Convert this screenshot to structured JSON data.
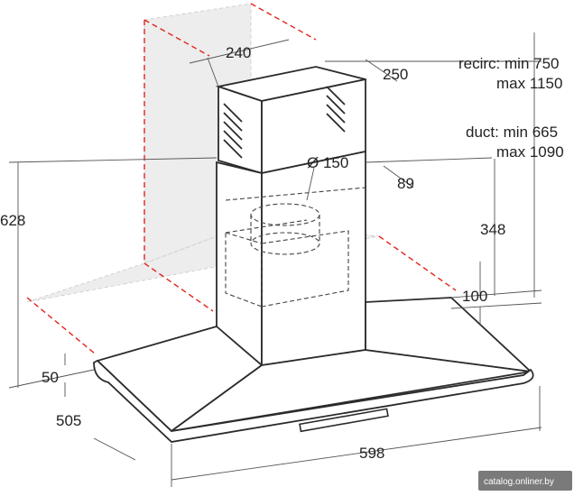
{
  "dimensions": {
    "top_width": "240",
    "top_depth": "250",
    "outlet_diameter": "Ø 150",
    "outlet_offset": "89",
    "wall_height": "628",
    "chimney_height": "348",
    "canopy_edge": "100",
    "rim_height": "50",
    "depth": "505",
    "width": "598"
  },
  "spec": {
    "recirc_line1": "recirc: min 750",
    "recirc_line2": "max 1150",
    "duct_line1": "duct: min 665",
    "duct_line2": "max 1090"
  },
  "watermark": "catalog.onliner.by",
  "colors": {
    "line": "#2b2b2b",
    "guide_red": "#e2231a",
    "wall_fill": "#ededed"
  }
}
